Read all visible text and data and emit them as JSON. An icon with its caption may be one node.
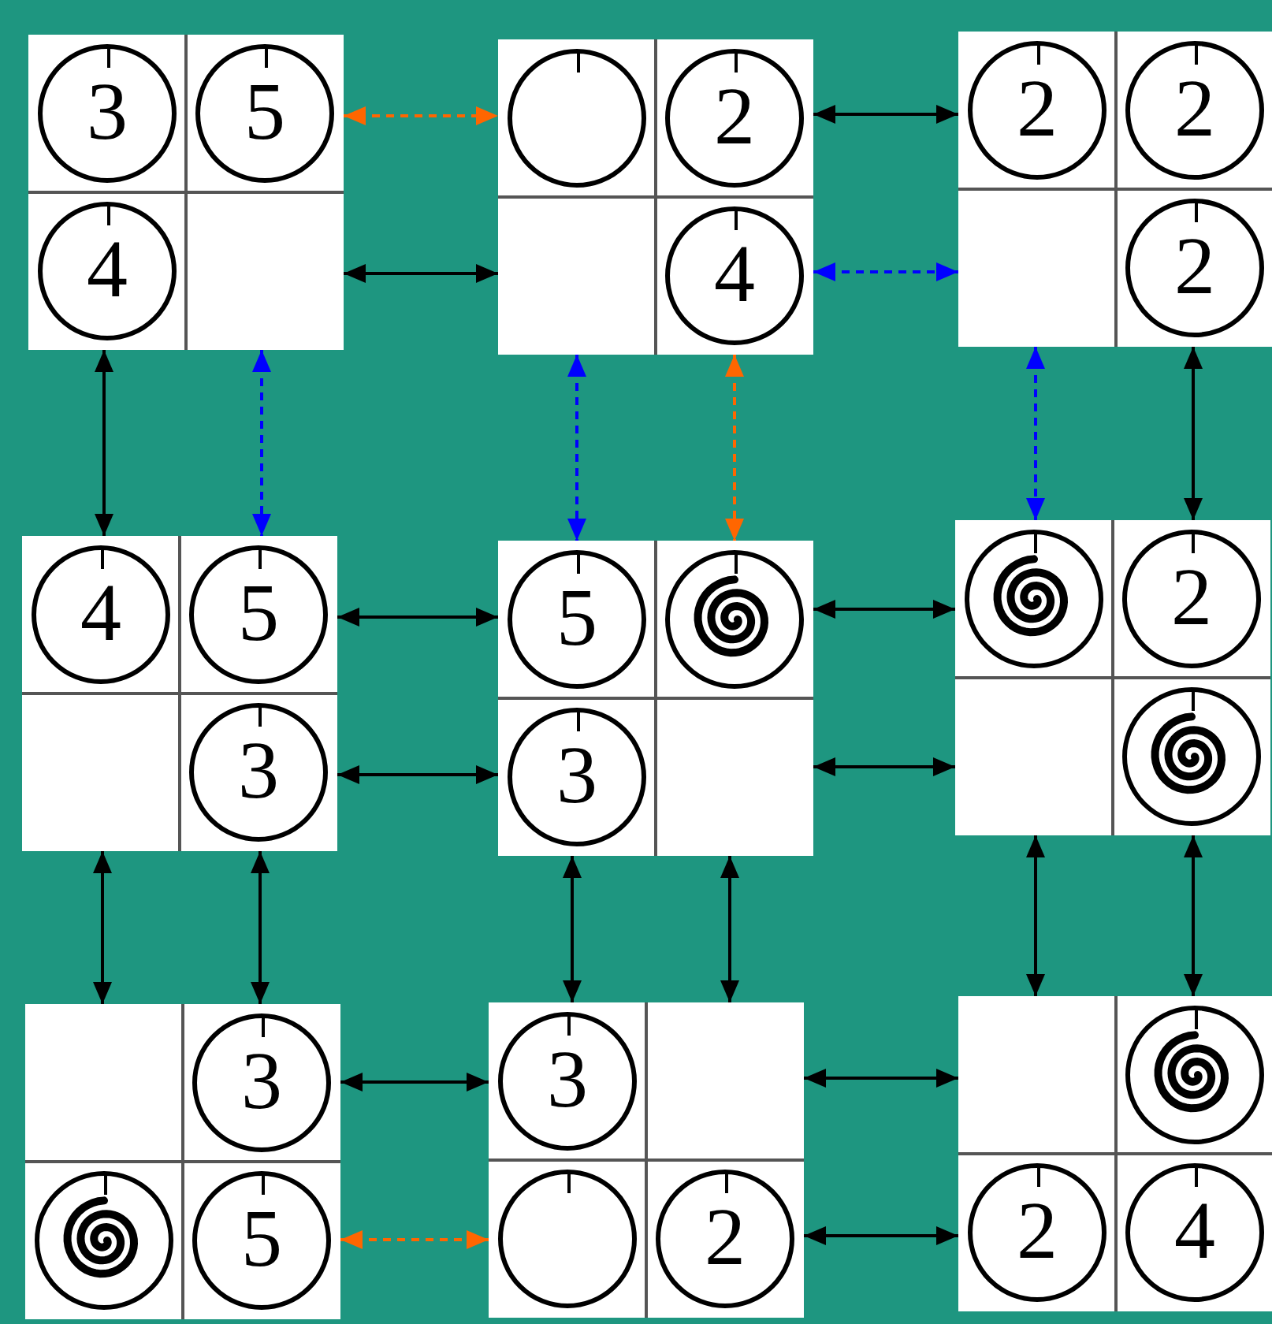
{
  "diagram": {
    "nodes": [
      {
        "text": [],
        "shape": "box"
      },
      {
        "text": [
          "3"
        ],
        "in": 0
      },
      {
        "text": [
          "5"
        ],
        "in": 0
      },
      {
        "text": [
          "4"
        ],
        "in": 0
      },
      {
        "text": [],
        "shape": "box"
      },
      {
        "text": [],
        "shape": "circle",
        "in": 4
      },
      {
        "text": [
          "2"
        ],
        "in": 4
      },
      {
        "text": [
          "4"
        ],
        "in": 4
      },
      {
        "text": [],
        "shape": "box"
      },
      {
        "text": [
          "2"
        ],
        "in": 8
      },
      {
        "text": [
          "2"
        ],
        "in": 8
      },
      {
        "text": [
          "2"
        ],
        "in": 8
      },
      {
        "text": [],
        "shape": "box"
      },
      {
        "text": [
          "4"
        ],
        "in": 12
      },
      {
        "text": [
          "5"
        ],
        "in": 12
      },
      {
        "text": [
          "3"
        ],
        "in": 12
      },
      {
        "text": [],
        "shape": "box"
      },
      {
        "text": [
          "5"
        ],
        "in": 16
      },
      {
        "text": [],
        "shape": "picture",
        "in": 16
      },
      {
        "text": [
          "3"
        ],
        "in": 16
      },
      {
        "text": [],
        "shape": "box"
      },
      {
        "text": [],
        "shape": "picture",
        "in": 20
      },
      {
        "text": [
          "2"
        ],
        "in": 20
      },
      {
        "text": [],
        "shape": "picture",
        "in": 20
      },
      {
        "text": [],
        "shape": "box"
      },
      {
        "text": [
          "3"
        ],
        "in": 24
      },
      {
        "text": [],
        "shape": "picture",
        "in": 24
      },
      {
        "text": [
          "5"
        ],
        "in": 24
      },
      {
        "text": [],
        "shape": "box"
      },
      {
        "text": [
          "3"
        ],
        "in": 28
      },
      {
        "text": [],
        "shape": "circle",
        "in": 28
      },
      {
        "text": [
          "2"
        ],
        "in": 28
      },
      {
        "text": [],
        "shape": "box"
      },
      {
        "text": [],
        "shape": "picture",
        "in": 32
      },
      {
        "text": [
          "2"
        ],
        "in": 32
      },
      {
        "text": [
          "4"
        ],
        "in": 32
      }
    ],
    "edges": [
      {
        "from": 0,
        "to": 4,
        "arrow": "both",
        "style": "dashed",
        "color": "#ff6600"
      },
      {
        "from": 0,
        "to": 4,
        "arrow": "both"
      },
      {
        "from": 4,
        "to": 8,
        "arrow": "both"
      },
      {
        "from": 4,
        "to": 8,
        "arrow": "both",
        "style": "dashed",
        "color": "#0000ff"
      },
      {
        "from": 0,
        "to": 12,
        "arrow": "both"
      },
      {
        "from": 0,
        "to": 12,
        "arrow": "both",
        "style": "dashed",
        "color": "#0000ff"
      },
      {
        "from": 4,
        "to": 16,
        "arrow": "both",
        "style": "dashed",
        "color": "#0000ff"
      },
      {
        "from": 4,
        "to": 16,
        "arrow": "both",
        "style": "dashed",
        "color": "#ff6600"
      },
      {
        "from": 8,
        "to": 20,
        "arrow": "both",
        "style": "dashed",
        "color": "#0000ff"
      },
      {
        "from": 8,
        "to": 20,
        "arrow": "both"
      },
      {
        "from": 12,
        "to": 16,
        "arrow": "both"
      },
      {
        "from": 12,
        "to": 16,
        "arrow": "both"
      },
      {
        "from": 16,
        "to": 20,
        "arrow": "both"
      },
      {
        "from": 16,
        "to": 20,
        "arrow": "both"
      },
      {
        "from": 12,
        "to": 24,
        "arrow": "both"
      },
      {
        "from": 12,
        "to": 24,
        "arrow": "both"
      },
      {
        "from": 16,
        "to": 28,
        "arrow": "both"
      },
      {
        "from": 16,
        "to": 28,
        "arrow": "both"
      },
      {
        "from": 20,
        "to": 32,
        "arrow": "both"
      },
      {
        "from": 20,
        "to": 32,
        "arrow": "both"
      },
      {
        "from": 24,
        "to": 28,
        "arrow": "both"
      },
      {
        "from": 24,
        "to": 28,
        "arrow": "both",
        "style": "dashed",
        "color": "#ff6600"
      },
      {
        "from": 28,
        "to": 32,
        "arrow": "both"
      },
      {
        "from": 28,
        "to": 32,
        "arrow": "both"
      }
    ]
  }
}
